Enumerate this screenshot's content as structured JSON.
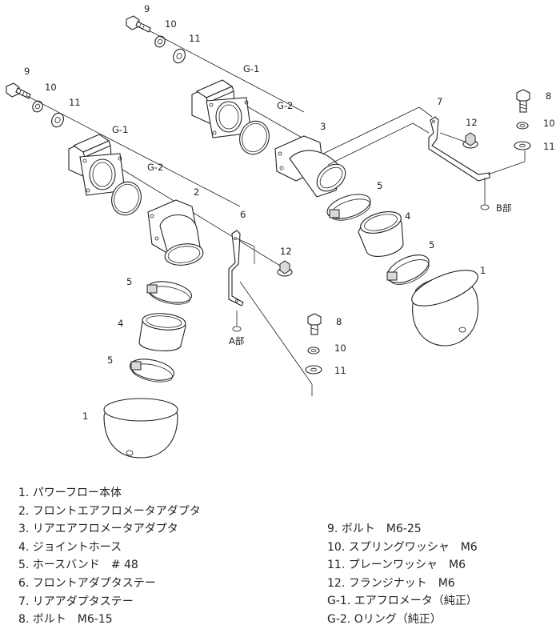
{
  "callouts": {
    "n1a": "1",
    "n1b": "1",
    "n2": "2",
    "n3": "3",
    "n4a": "4",
    "n4b": "4",
    "n5a": "5",
    "n5b": "5",
    "n5c": "5",
    "n5d": "5",
    "n6": "6",
    "n7": "7",
    "n8a": "8",
    "n8b": "8",
    "n9a": "9",
    "n9b": "9",
    "n10a": "10",
    "n10b": "10",
    "n10c": "10",
    "n10d": "10",
    "n11a": "11",
    "n11b": "11",
    "n11c": "11",
    "n11d": "11",
    "n12a": "12",
    "n12b": "12",
    "g1a": "G-1",
    "g1b": "G-1",
    "g2a": "G-2",
    "g2b": "G-2",
    "detail_a": "A部",
    "detail_b": "B部"
  },
  "legend_left": [
    "1. パワーフロー本体",
    "2. フロントエアフロメータアダプタ",
    "3. リアエアフロメータアダプタ",
    "4. ジョイントホース",
    "5. ホースバンド　# 48",
    "6. フロントアダプタステー",
    "7. リアアダプタステー",
    "8. ボルト　M6-15"
  ],
  "legend_right": [
    "9. ボルト　M6-25",
    "10. スプリングワッシャ　M6",
    "11. プレーンワッシャ　M6",
    "12. フランジナット　M6",
    "G-1. エアフロメータ（純正）",
    "G-2. Oリング（純正）"
  ]
}
